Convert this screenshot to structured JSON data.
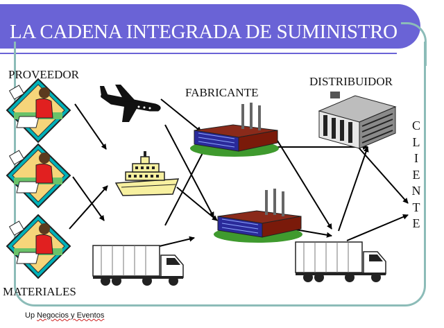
{
  "title": "LA CADENA INTEGRADA DE SUMINISTRO",
  "labels": {
    "proveedor": "PROVEEDOR",
    "materiales": "MATERIALES",
    "fabricante": "FABRICANTE",
    "distribuidor": "DISTRIBUIDOR",
    "cliente": [
      "C",
      "L",
      "I",
      "E",
      "N",
      "T",
      "E"
    ]
  },
  "footer": {
    "prefix": "Up ",
    "wavy": "Negocios y Eventos"
  },
  "colors": {
    "title_bar": "#6a63d6",
    "frame": "#8cbcb8",
    "supplier_diamond": "#00b1b8"
  },
  "icons": [
    "supplier-worker-icon",
    "airplane-icon",
    "ship-icon",
    "truck-icon",
    "factory-icon",
    "warehouse-icon"
  ]
}
